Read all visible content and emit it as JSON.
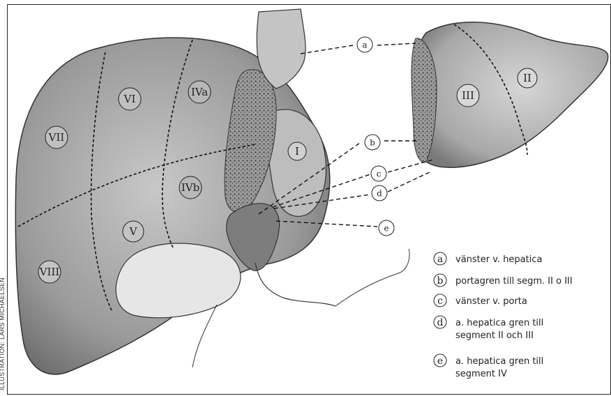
{
  "credit": "ILLUSTRATION: LARS MICHAELSEN",
  "segments": {
    "s2": "II",
    "s3": "III",
    "s1": "I",
    "s4a": "IVa",
    "s4b": "IVb",
    "s5": "V",
    "s6": "VI",
    "s7": "VII",
    "s8": "VIII"
  },
  "callouts": {
    "a": "a",
    "b": "b",
    "c": "c",
    "d": "d",
    "e": "e"
  },
  "legend": [
    {
      "key": "a",
      "line1": "vänster v. hepatica",
      "line2": ""
    },
    {
      "key": "b",
      "line1": "portagren till segm. II o III",
      "line2": ""
    },
    {
      "key": "c",
      "line1": "vänster v. porta",
      "line2": ""
    },
    {
      "key": "d",
      "line1": "a. hepatica gren till",
      "line2": "segment II och III"
    },
    {
      "key": "e",
      "line1": "a. hepatica gren till",
      "line2": "segment IV"
    }
  ],
  "colors": {
    "ink": "#222222",
    "shade_dark": "#8c8c8c",
    "shade_mid": "#b4b4b4",
    "shade_light": "#d8d8d8",
    "background": "#ffffff"
  }
}
